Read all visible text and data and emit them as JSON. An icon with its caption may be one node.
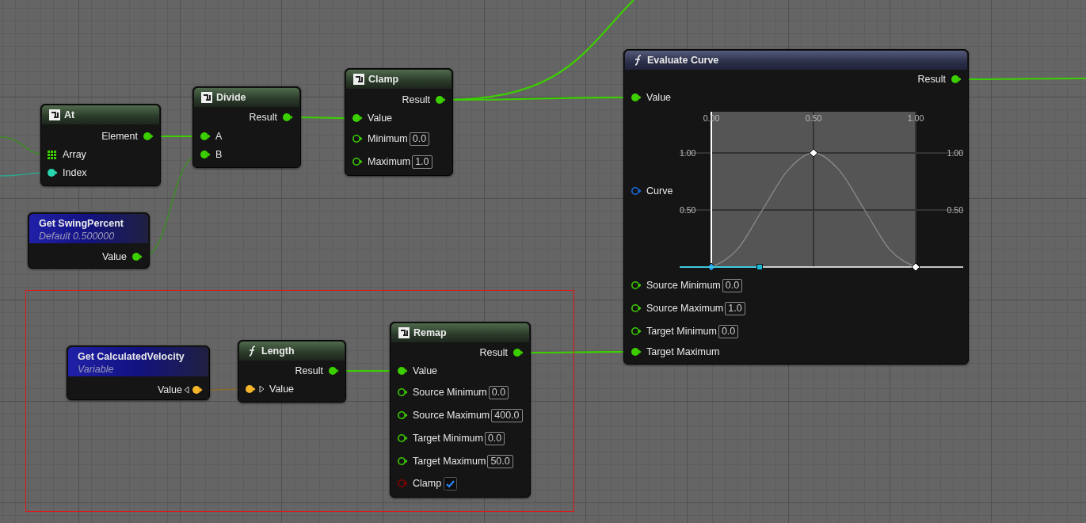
{
  "diagram": {
    "nodes": [
      {
        "text": [
          "At"
        ]
      },
      {
        "text": [
          "Element"
        ],
        "in": 0
      },
      {
        "text": [
          "Array"
        ],
        "in": 0
      },
      {
        "text": [
          "Index"
        ],
        "in": 0
      },
      {
        "text": [
          "Divide"
        ]
      },
      {
        "text": [
          "Result"
        ],
        "in": 4
      },
      {
        "text": [
          "A"
        ],
        "in": 4
      },
      {
        "text": [
          "B"
        ],
        "in": 4
      },
      {
        "text": [
          "Clamp"
        ]
      },
      {
        "text": [
          "Result"
        ],
        "in": 8
      },
      {
        "text": [
          "Value"
        ],
        "in": 8
      },
      {
        "text": [
          "Minimum",
          "0.0"
        ],
        "in": 8
      },
      {
        "text": [
          "Maximum",
          "1.0"
        ],
        "in": 8
      },
      {
        "text": [
          "Evaluate Curve"
        ]
      },
      {
        "text": [
          "Result"
        ],
        "in": 13
      },
      {
        "text": [
          "Value"
        ],
        "in": 13
      },
      {
        "text": [
          "Curve"
        ],
        "in": 13
      },
      {
        "text": [
          "Source Minimum",
          "0.0"
        ],
        "in": 13
      },
      {
        "text": [
          "Source Maximum",
          "1.0"
        ],
        "in": 13
      },
      {
        "text": [
          "Target Minimum",
          "0.0"
        ],
        "in": 13
      },
      {
        "text": [
          "Target Maximum"
        ],
        "in": 13
      },
      {
        "text": [
          "Get SwingPercent",
          "Default 0.500000"
        ]
      },
      {
        "text": [
          "Value"
        ],
        "in": 21
      },
      {
        "text": [],
        "shape": "box"
      },
      {
        "text": [
          "Get CalculatedVelocity",
          "Variable"
        ],
        "in": 23
      },
      {
        "text": [
          "Value"
        ],
        "in": 24
      },
      {
        "text": [
          "Length"
        ],
        "in": 23
      },
      {
        "text": [
          "Result"
        ],
        "in": 26
      },
      {
        "text": [
          "Value"
        ],
        "in": 26
      },
      {
        "text": [
          "Remap"
        ],
        "in": 23
      },
      {
        "text": [
          "Result"
        ],
        "in": 29
      },
      {
        "text": [
          "Value"
        ],
        "in": 29
      },
      {
        "text": [
          "Source Minimum",
          "0.0"
        ],
        "in": 29
      },
      {
        "text": [
          "Source Maximum",
          "400.0"
        ],
        "in": 29
      },
      {
        "text": [
          "Target Minimum",
          "0.0"
        ],
        "in": 29
      },
      {
        "text": [
          "Target Maximum",
          "50.0"
        ],
        "in": 29
      },
      {
        "text": [
          "Clamp"
        ],
        "in": 29
      }
    ],
    "edges": [
      {
        "from": null,
        "to": 2,
        "arrow": "none",
        "color": "#3f8a2a"
      },
      {
        "from": null,
        "to": 3,
        "arrow": "none",
        "color": "#2fa58e"
      },
      {
        "from": 1,
        "to": 6,
        "arrow": "none"
      },
      {
        "from": 22,
        "to": 7,
        "arrow": "none",
        "color": "#3f8a2a"
      },
      {
        "from": 5,
        "to": 10,
        "arrow": "none"
      },
      {
        "from": 9,
        "to": 15,
        "arrow": "none"
      },
      {
        "from": 9,
        "to": null,
        "arrow": "none"
      },
      {
        "from": 14,
        "to": null,
        "arrow": "none"
      },
      {
        "from": 25,
        "to": 28,
        "arrow": "none",
        "color": "#8a6a30"
      },
      {
        "from": 27,
        "to": 31,
        "arrow": "none"
      },
      {
        "from": 30,
        "to": 20,
        "arrow": "none"
      }
    ],
    "chart_data": {
      "type": "line",
      "x": [
        0,
        0.125,
        0.25,
        0.375,
        0.5,
        0.625,
        0.75,
        0.875,
        1
      ],
      "series": [
        {
          "color": "#8a8a8a",
          "values": [
            0,
            0.15,
            0.5,
            0.85,
            1,
            0.85,
            0.5,
            0.15,
            0
          ]
        }
      ],
      "xlim": [
        0,
        1
      ],
      "ylim": [
        0,
        1
      ],
      "xticks": [
        {
          "value": 0,
          "label": "0.00"
        },
        {
          "value": 0.5,
          "label": "0.50"
        },
        {
          "value": 1,
          "label": "1.00"
        }
      ],
      "yticks": [
        {
          "value": 0.5,
          "label": "0.50"
        },
        {
          "value": 1,
          "label": "1.00"
        }
      ]
    }
  }
}
